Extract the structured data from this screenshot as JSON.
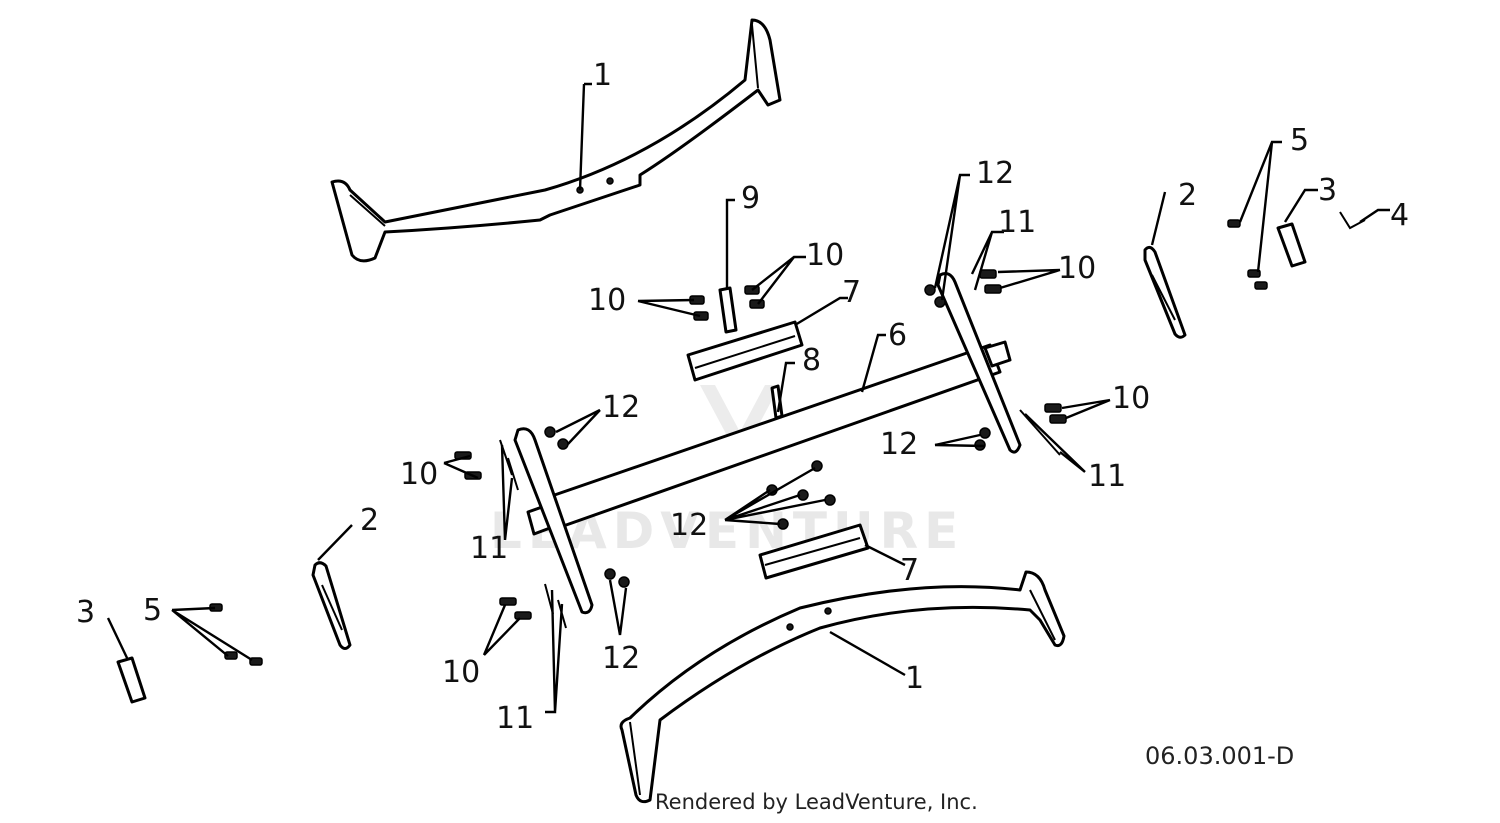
{
  "diagram": {
    "watermark": "LEADVENTURE",
    "reference_code": "06.03.001-D",
    "credit": "Rendered by LeadVenture, Inc.",
    "callouts": {
      "c1_top": "1",
      "c1_bottom": "1",
      "c2_right": "2",
      "c2_left": "2",
      "c3_right": "3",
      "c3_left": "3",
      "c4": "4",
      "c5_right": "5",
      "c5_left": "5",
      "c6": "6",
      "c7_top": "7",
      "c7_bottom": "7",
      "c8": "8",
      "c9": "9",
      "c10_top_left": "10",
      "c10_top_mid": "10",
      "c10_right_top": "10",
      "c10_right_mid": "10",
      "c10_left_mid": "10",
      "c10_left_bottom": "10",
      "c11_right_top": "11",
      "c11_right_bottom": "11",
      "c11_left_mid": "11",
      "c11_left_bottom": "11",
      "c12_right_top": "12",
      "c12_right_mid": "12",
      "c12_left_top": "12",
      "c12_center": "12",
      "c12_left_bottom": "12"
    }
  }
}
